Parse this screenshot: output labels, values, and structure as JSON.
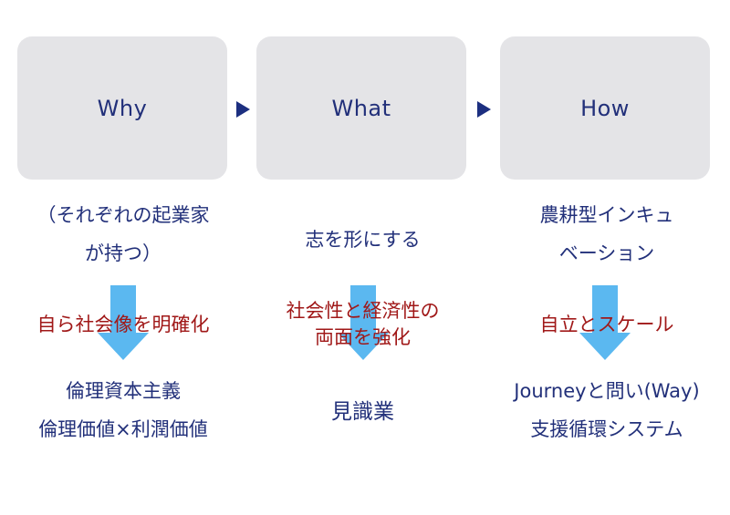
{
  "stages": [
    {
      "title": "Why",
      "top_lines": [
        "（それぞれの起業家",
        "が持つ）"
      ],
      "middle_lines": [
        "自ら社会像を明確化"
      ],
      "bottom_lines": [
        "倫理資本主義",
        "倫理価値×利潤価値"
      ]
    },
    {
      "title": "What",
      "top_lines": [
        "志を形にする"
      ],
      "middle_lines": [
        "社会性と経済性の",
        "両面を強化"
      ],
      "bottom_lines": [
        "見識業"
      ]
    },
    {
      "title": "How",
      "top_lines": [
        "農耕型インキュ",
        "ベーション"
      ],
      "middle_lines": [
        "自立とスケール"
      ],
      "bottom_lines": [
        "Journeyと問い(Way)",
        "支援循環システム"
      ]
    }
  ],
  "colors": {
    "box_fill": "#e4e4e7",
    "navy_text": "#22307a",
    "red_text": "#a01818",
    "arrow_fill": "#5bb8f0"
  },
  "icons": {
    "connector": "right-triangle",
    "flow": "down-arrow"
  }
}
